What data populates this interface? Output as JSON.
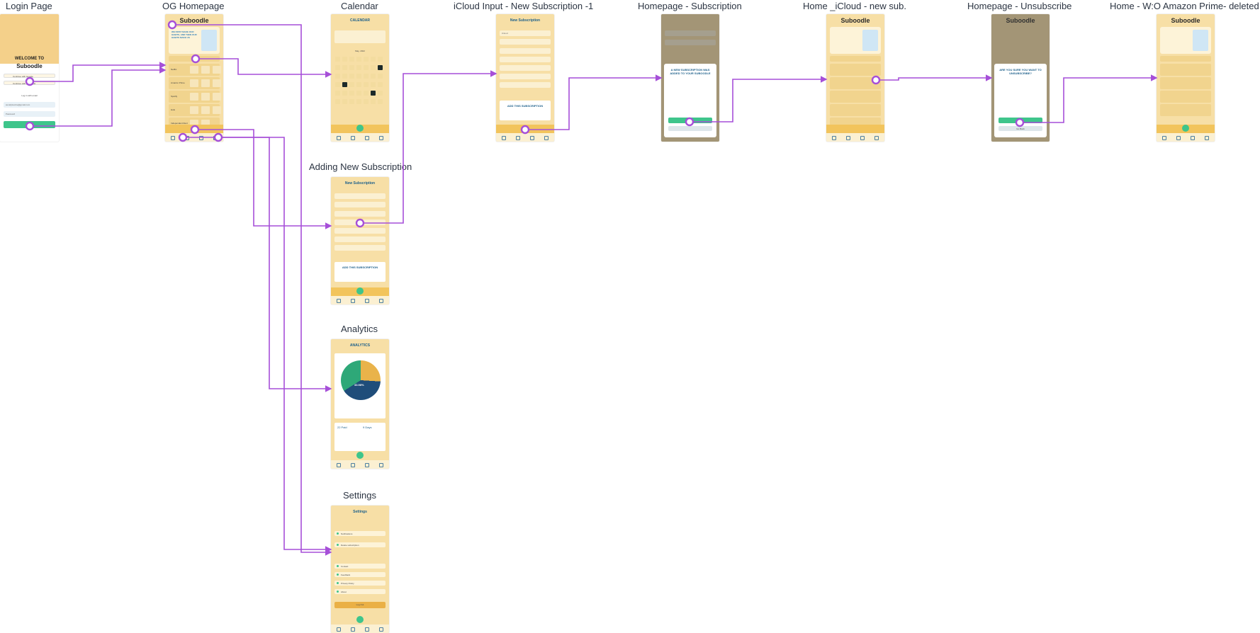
{
  "frames": [
    {
      "id": "login",
      "title": "Login Page",
      "welcome": "WELCOME TO",
      "brand": "Suboodle",
      "google": "Continue with Google",
      "facebook": "Continue with Facebook",
      "login_label": "Log in with email",
      "email": "wendyksorke@gmail.com",
      "password": "Password"
    },
    {
      "id": "og-home",
      "title": "OG Homepage",
      "brand": "Suboodle",
      "hero": "WE FIRST MAKE OUR HABITS, AND THEN OUR HABITS MAKE US"
    },
    {
      "id": "calendar",
      "title": "Calendar",
      "header": "CALENDAR",
      "month": "May, 2022"
    },
    {
      "id": "icloud-input",
      "title": "iCloud  Input - New Subscription -1",
      "header": "New Subscription",
      "field": "iCloud",
      "cta": "ADD THIS SUBSCRIPTION"
    },
    {
      "id": "home-sub",
      "title": "Homepage - Subscription",
      "modal": "A NEW SUBSCRIPTION WAS ADDED TO YOUR SUBOODLE"
    },
    {
      "id": "home-icloud",
      "title": "Home _iCloud - new sub.",
      "brand": "Suboodle"
    },
    {
      "id": "home-unsub",
      "title": "Homepage - Unsubscribe",
      "brand": "Suboodle",
      "modal": "ARE YOU SURE YOU WANT TO UNSUBSCRIBE?",
      "back": "Go Back"
    },
    {
      "id": "home-no-amazon",
      "title": "Home - W:O Amazon Prime- deleted",
      "brand": "Suboodle"
    },
    {
      "id": "add-new",
      "title": "Adding New Subscription",
      "header": "New Subscription",
      "cta": "ADD THIS SUBSCRIPTION"
    },
    {
      "id": "analytics",
      "title": "Analytics",
      "header": "ANALYTICS",
      "paid": "22 Paid",
      "days": "9 Days",
      "pct": "33.98%"
    },
    {
      "id": "settings",
      "title": "Settings",
      "header": "Settings",
      "items": [
        "Notifications",
        "Delete subscription",
        "Contact",
        "Feedback",
        "Privacy Policy",
        "About"
      ],
      "logout": "Log Out"
    }
  ],
  "rows": [
    "Netflix",
    "Amazon Prime",
    "Hulu",
    "Spotify",
    "Independent Rent"
  ],
  "colors": {
    "connector": "#a64fd8",
    "phone_bg": "#f7dfa6",
    "accent_green": "#3ec58b",
    "accent_blue": "#1c5f8a"
  }
}
